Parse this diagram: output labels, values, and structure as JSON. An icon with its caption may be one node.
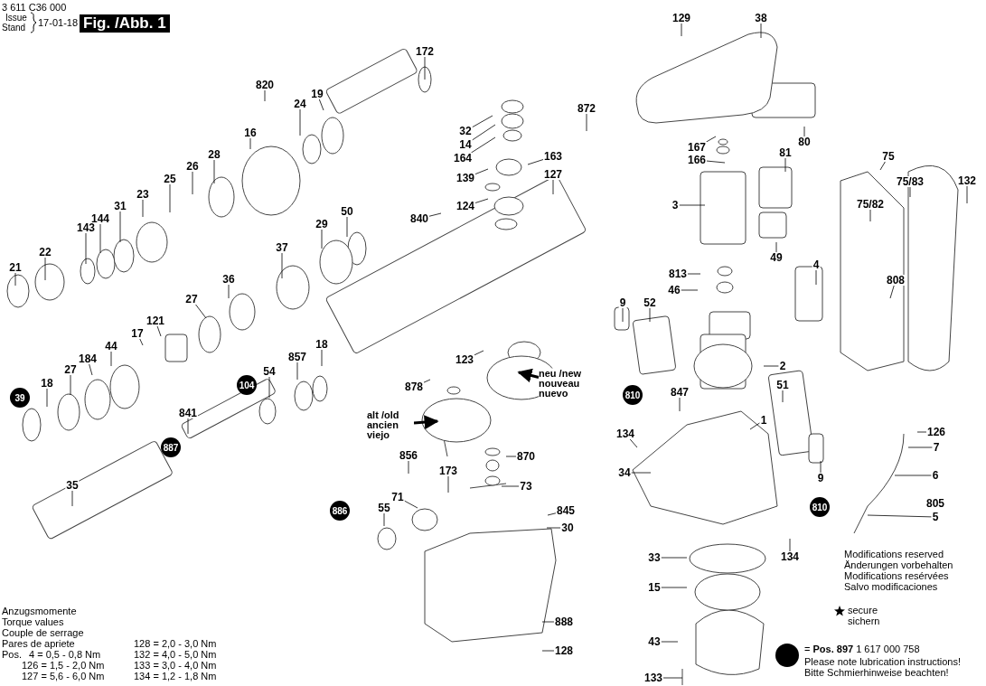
{
  "diagram": {
    "nodes": [
      {
        "text": [
          "172"
        ]
      },
      {
        "text": [
          "820"
        ]
      },
      {
        "text": [
          "19"
        ]
      },
      {
        "text": [
          "24"
        ]
      },
      {
        "text": [
          "16"
        ]
      },
      {
        "text": [
          "28"
        ]
      },
      {
        "text": [
          "26"
        ]
      },
      {
        "text": [
          "25"
        ]
      },
      {
        "text": [
          "23"
        ]
      },
      {
        "text": [
          "31"
        ]
      },
      {
        "text": [
          "144"
        ]
      },
      {
        "text": [
          "143"
        ]
      },
      {
        "text": [
          "22"
        ]
      },
      {
        "text": [
          "21"
        ]
      },
      {
        "text": [
          "32"
        ]
      },
      {
        "text": [
          "14"
        ]
      },
      {
        "text": [
          "164"
        ]
      },
      {
        "text": [
          "163"
        ]
      },
      {
        "text": [
          "139"
        ]
      },
      {
        "text": [
          "127"
        ]
      },
      {
        "text": [
          "872"
        ]
      },
      {
        "text": [
          "124"
        ]
      },
      {
        "text": [
          "840"
        ]
      },
      {
        "text": [
          "50"
        ]
      },
      {
        "text": [
          "29"
        ]
      },
      {
        "text": [
          "37"
        ]
      },
      {
        "text": [
          "36"
        ]
      },
      {
        "text": [
          "27"
        ]
      },
      {
        "text": [
          "121"
        ]
      },
      {
        "text": [
          "17"
        ]
      },
      {
        "text": [
          "44"
        ]
      },
      {
        "text": [
          "184"
        ]
      },
      {
        "text": [
          "27"
        ]
      },
      {
        "text": [
          "18"
        ]
      },
      {
        "text": [
          "18"
        ]
      },
      {
        "text": [
          "857"
        ]
      },
      {
        "text": [
          "54"
        ]
      },
      {
        "text": [
          "123"
        ]
      },
      {
        "text": [
          "neu /new nouveau nuevo"
        ]
      },
      {
        "text": [
          "878"
        ]
      },
      {
        "text": [
          "alt /old ancien viejo"
        ]
      },
      {
        "text": [
          "841"
        ]
      },
      {
        "text": [
          "856"
        ]
      },
      {
        "text": [
          "870"
        ]
      },
      {
        "text": [
          "173"
        ]
      },
      {
        "text": [
          "35"
        ]
      },
      {
        "text": [
          "73"
        ]
      },
      {
        "text": [
          "71"
        ]
      },
      {
        "text": [
          "55"
        ]
      },
      {
        "text": [
          "845"
        ]
      },
      {
        "text": [
          "30"
        ]
      },
      {
        "text": [
          "888"
        ]
      },
      {
        "text": [
          "128"
        ]
      },
      {
        "text": [
          "129"
        ]
      },
      {
        "text": [
          "38"
        ]
      },
      {
        "text": [
          "167"
        ]
      },
      {
        "text": [
          "166"
        ]
      },
      {
        "text": [
          "80"
        ]
      },
      {
        "text": [
          "81"
        ]
      },
      {
        "text": [
          "3"
        ]
      },
      {
        "text": [
          "49"
        ]
      },
      {
        "text": [
          "813"
        ]
      },
      {
        "text": [
          "46"
        ]
      },
      {
        "text": [
          "75"
        ]
      },
      {
        "text": [
          "75/83"
        ]
      },
      {
        "text": [
          "75/82"
        ]
      },
      {
        "text": [
          "132"
        ]
      },
      {
        "text": [
          "4"
        ]
      },
      {
        "text": [
          "808"
        ]
      },
      {
        "text": [
          "9"
        ]
      },
      {
        "text": [
          "52"
        ]
      },
      {
        "text": [
          "2"
        ]
      },
      {
        "text": [
          "51"
        ]
      },
      {
        "text": [
          "847"
        ]
      },
      {
        "text": [
          "1"
        ]
      },
      {
        "text": [
          "134"
        ]
      },
      {
        "text": [
          "34"
        ]
      },
      {
        "text": [
          "9"
        ]
      },
      {
        "text": [
          "126"
        ]
      },
      {
        "text": [
          "7"
        ]
      },
      {
        "text": [
          "6"
        ]
      },
      {
        "text": [
          "5"
        ]
      },
      {
        "text": [
          "134"
        ]
      },
      {
        "text": [
          "33"
        ]
      },
      {
        "text": [
          "15"
        ]
      },
      {
        "text": [
          "43"
        ]
      },
      {
        "text": [
          "133"
        ]
      }
    ],
    "edges": [
      {
        "from": 0,
        "to": null,
        "arrow": "none"
      },
      {
        "from": 1,
        "to": null,
        "arrow": "none"
      },
      {
        "from": 2,
        "to": null,
        "arrow": "none"
      },
      {
        "from": 3,
        "to": null,
        "arrow": "none"
      },
      {
        "from": 4,
        "to": null,
        "arrow": "none"
      },
      {
        "from": 5,
        "to": null,
        "arrow": "none"
      },
      {
        "from": 6,
        "to": null,
        "arrow": "none"
      },
      {
        "from": 7,
        "to": null,
        "arrow": "none"
      },
      {
        "from": 8,
        "to": null,
        "arrow": "none"
      },
      {
        "from": 9,
        "to": null,
        "arrow": "none"
      },
      {
        "from": 10,
        "to": null,
        "arrow": "none"
      },
      {
        "from": 11,
        "to": null,
        "arrow": "none"
      },
      {
        "from": 12,
        "to": null,
        "arrow": "none"
      },
      {
        "from": 13,
        "to": null,
        "arrow": "none"
      },
      {
        "from": 14,
        "to": null,
        "arrow": "none"
      },
      {
        "from": 15,
        "to": null,
        "arrow": "none"
      },
      {
        "from": 16,
        "to": null,
        "arrow": "none"
      },
      {
        "from": 17,
        "to": null,
        "arrow": "none"
      },
      {
        "from": 18,
        "to": null,
        "arrow": "none"
      },
      {
        "from": 19,
        "to": null,
        "arrow": "none"
      },
      {
        "from": 20,
        "to": null,
        "arrow": "none"
      },
      {
        "from": 21,
        "to": null,
        "arrow": "none"
      },
      {
        "from": 22,
        "to": null,
        "arrow": "none"
      },
      {
        "from": 23,
        "to": null,
        "arrow": "none"
      },
      {
        "from": 24,
        "to": null,
        "arrow": "none"
      },
      {
        "from": 25,
        "to": null,
        "arrow": "none"
      },
      {
        "from": 26,
        "to": null,
        "arrow": "none"
      },
      {
        "from": 27,
        "to": null,
        "arrow": "none"
      },
      {
        "from": 28,
        "to": null,
        "arrow": "none"
      },
      {
        "from": 29,
        "to": null,
        "arrow": "none"
      },
      {
        "from": 30,
        "to": null,
        "arrow": "none"
      },
      {
        "from": 31,
        "to": null,
        "arrow": "none"
      },
      {
        "from": 32,
        "to": null,
        "arrow": "none"
      },
      {
        "from": 33,
        "to": null,
        "arrow": "none"
      },
      {
        "from": 34,
        "to": null,
        "arrow": "none"
      },
      {
        "from": 35,
        "to": null,
        "arrow": "none"
      },
      {
        "from": 36,
        "to": null,
        "arrow": "none"
      },
      {
        "from": 37,
        "to": null,
        "arrow": "none"
      },
      {
        "from": 38,
        "to": null,
        "arrow": "to",
        "style": "thick"
      },
      {
        "from": 39,
        "to": null,
        "arrow": "none"
      },
      {
        "from": 40,
        "to": null,
        "arrow": "to",
        "style": "thick"
      },
      {
        "from": 41,
        "to": null,
        "arrow": "none"
      },
      {
        "from": 42,
        "to": null,
        "arrow": "none"
      },
      {
        "from": 43,
        "to": null,
        "arrow": "none"
      },
      {
        "from": 44,
        "to": null,
        "arrow": "none"
      },
      {
        "from": 45,
        "to": null,
        "arrow": "none"
      },
      {
        "from": 46,
        "to": null,
        "arrow": "none"
      },
      {
        "from": 47,
        "to": null,
        "arrow": "none"
      },
      {
        "from": 48,
        "to": null,
        "arrow": "none"
      },
      {
        "from": 49,
        "to": null,
        "arrow": "none"
      },
      {
        "from": 50,
        "to": null,
        "arrow": "none"
      },
      {
        "from": 51,
        "to": null,
        "arrow": "none"
      },
      {
        "from": 52,
        "to": null,
        "arrow": "none"
      },
      {
        "from": 53,
        "to": null,
        "arrow": "none"
      },
      {
        "from": 54,
        "to": null,
        "arrow": "none"
      },
      {
        "from": 55,
        "to": null,
        "arrow": "none"
      },
      {
        "from": 56,
        "to": null,
        "arrow": "none"
      },
      {
        "from": 57,
        "to": null,
        "arrow": "none"
      },
      {
        "from": 58,
        "to": null,
        "arrow": "none"
      },
      {
        "from": 59,
        "to": null,
        "arrow": "none"
      },
      {
        "from": 60,
        "to": null,
        "arrow": "none"
      },
      {
        "from": 61,
        "to": null,
        "arrow": "none"
      },
      {
        "from": 62,
        "to": null,
        "arrow": "none"
      },
      {
        "from": 63,
        "to": null,
        "arrow": "none"
      },
      {
        "from": 64,
        "to": null,
        "arrow": "none"
      },
      {
        "from": 65,
        "to": null,
        "arrow": "none"
      },
      {
        "from": 66,
        "to": null,
        "arrow": "none"
      },
      {
        "from": 67,
        "to": null,
        "arrow": "none"
      },
      {
        "from": 68,
        "to": null,
        "arrow": "none"
      },
      {
        "from": 69,
        "to": null,
        "arrow": "none"
      },
      {
        "from": 70,
        "to": null,
        "arrow": "none"
      },
      {
        "from": 71,
        "to": null,
        "arrow": "none"
      },
      {
        "from": 72,
        "to": null,
        "arrow": "none"
      },
      {
        "from": 73,
        "to": null,
        "arrow": "none"
      },
      {
        "from": 74,
        "to": null,
        "arrow": "none"
      },
      {
        "from": 75,
        "to": null,
        "arrow": "none"
      },
      {
        "from": 76,
        "to": null,
        "arrow": "none"
      },
      {
        "from": 77,
        "to": null,
        "arrow": "none"
      },
      {
        "from": 78,
        "to": null,
        "arrow": "none"
      },
      {
        "from": 79,
        "to": null,
        "arrow": "none"
      },
      {
        "from": 80,
        "to": null,
        "arrow": "none"
      },
      {
        "from": 81,
        "to": null,
        "arrow": "none"
      },
      {
        "from": 82,
        "to": null,
        "arrow": "none"
      },
      {
        "from": 83,
        "to": null,
        "arrow": "none"
      },
      {
        "from": 84,
        "to": null,
        "arrow": "none"
      },
      {
        "from": 85,
        "to": null,
        "arrow": "none"
      },
      {
        "from": 86,
        "to": null,
        "arrow": "none"
      }
    ],
    "labels": [
      "3 611 C36 000",
      "Issue",
      "Stand",
      "17-01-18",
      "Fig. /Abb. 1",
      "39",
      "887",
      "104",
      "886",
      "810",
      "810",
      "805",
      "Anzugsmomente",
      "Torque values",
      "Couple de serrage",
      "Pares de apriete",
      "128 = 2,0 - 3,0 Nm",
      "Pos.",
      "4 = 0,5 - 0,8 Nm",
      "132 = 4,0 - 5,0 Nm",
      "126 = 1,5 - 2,0 Nm",
      "133 = 3,0 - 4,0 Nm",
      "127 = 5,6 - 6,0 Nm",
      "134 = 1,2 - 1,8 Nm",
      "Modifications reserved",
      "Änderungen vorbehalten",
      "Modifications resérvées",
      "Salvo modificaciones",
      "secure",
      "sichern",
      "= **Pos. 897** 1 617 000 758",
      "Please note lubrication instructions!",
      "Bitte Schmierhinweise beachten!"
    ]
  }
}
